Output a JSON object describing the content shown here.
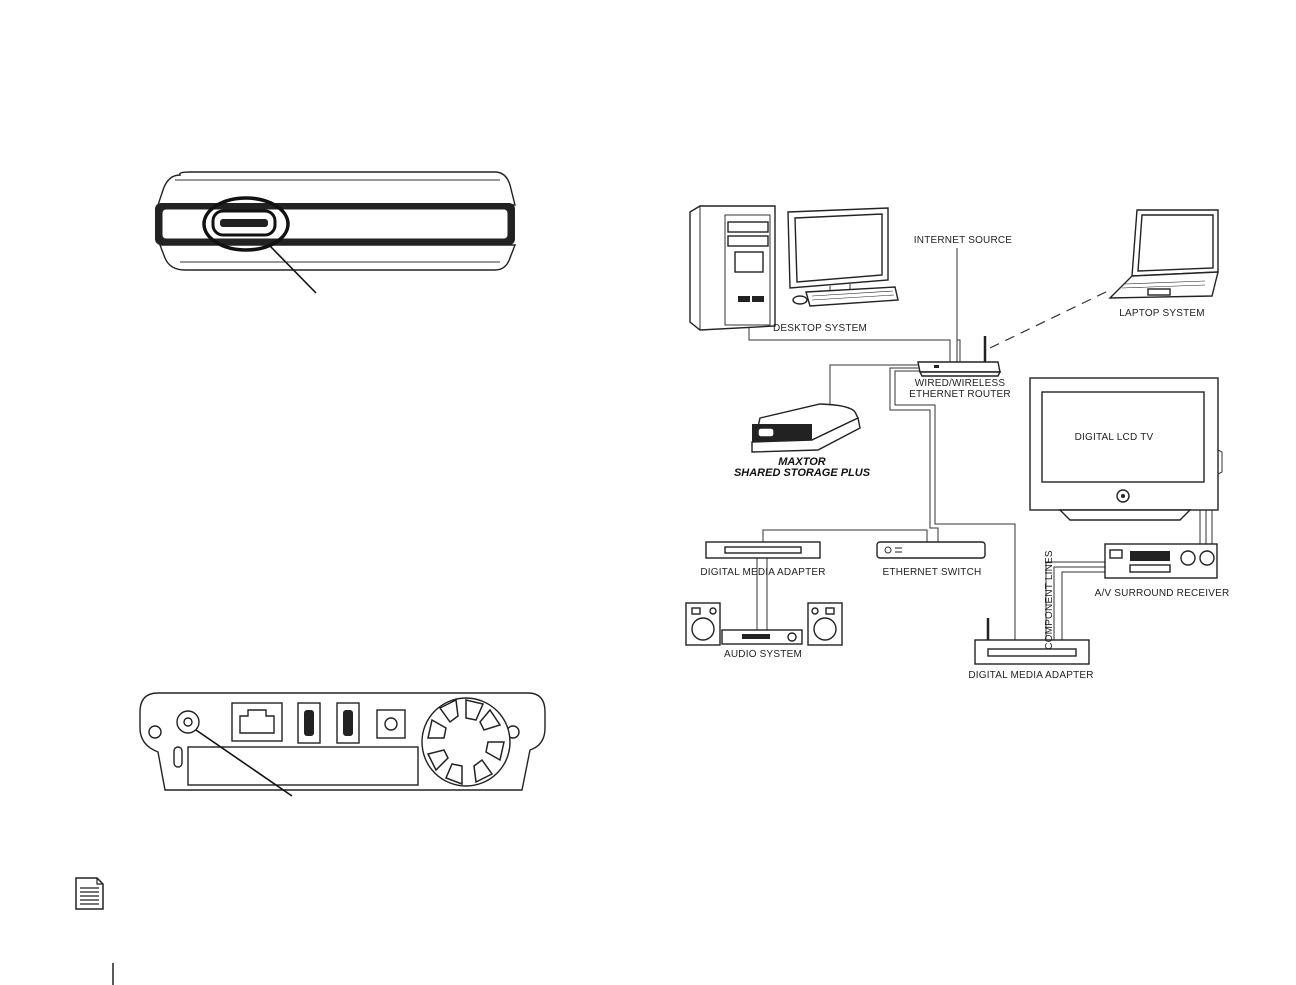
{
  "diagram": {
    "labels": {
      "internet_source": "INTERNET SOURCE",
      "desktop_system": "DESKTOP SYSTEM",
      "laptop_system": "LAPTOP SYSTEM",
      "router_line1": "WIRED/WIRELESS",
      "router_line2": "ETHERNET ROUTER",
      "storage_line1": "MAXTOR",
      "storage_line2": "SHARED STORAGE PLUS",
      "digital_lcd_tv": "DIGITAL LCD TV",
      "digital_media_adapter_left": "DIGITAL MEDIA ADAPTER",
      "ethernet_switch": "ETHERNET SWITCH",
      "av_surround_receiver": "A/V SURROUND RECEIVER",
      "component_lines": "COMPONENT LINES",
      "audio_system": "AUDIO SYSTEM",
      "digital_media_adapter_right": "DIGITAL MEDIA ADAPTER"
    }
  },
  "colors": {
    "line": "#333333",
    "ink": "#222222",
    "paper": "#ffffff"
  },
  "icons": [
    "note-icon"
  ]
}
